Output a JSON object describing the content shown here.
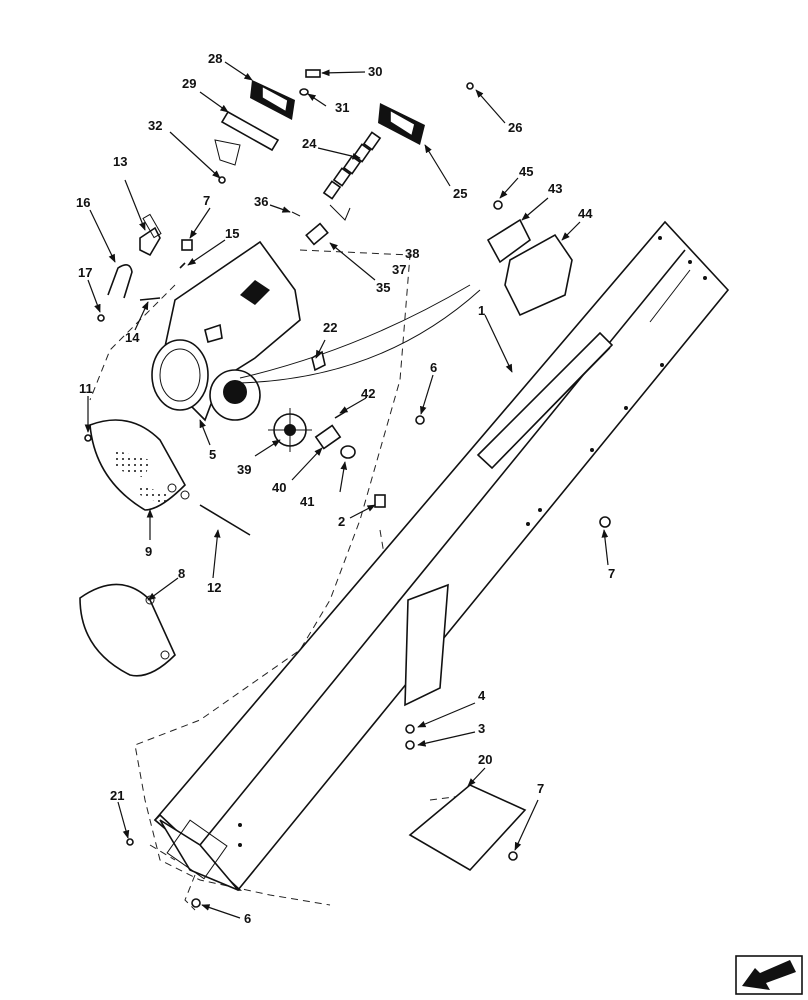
{
  "diagram": {
    "labels": [
      "28",
      "30",
      "29",
      "31",
      "26",
      "32",
      "24",
      "25",
      "13",
      "7",
      "36",
      "45",
      "43",
      "16",
      "15",
      "44",
      "38",
      "37",
      "17",
      "35",
      "1",
      "14",
      "22",
      "6",
      "11",
      "42",
      "5",
      "39",
      "40",
      "41",
      "2",
      "9",
      "12",
      "8",
      "7",
      "4",
      "3",
      "20",
      "21",
      "7",
      "6"
    ]
  }
}
